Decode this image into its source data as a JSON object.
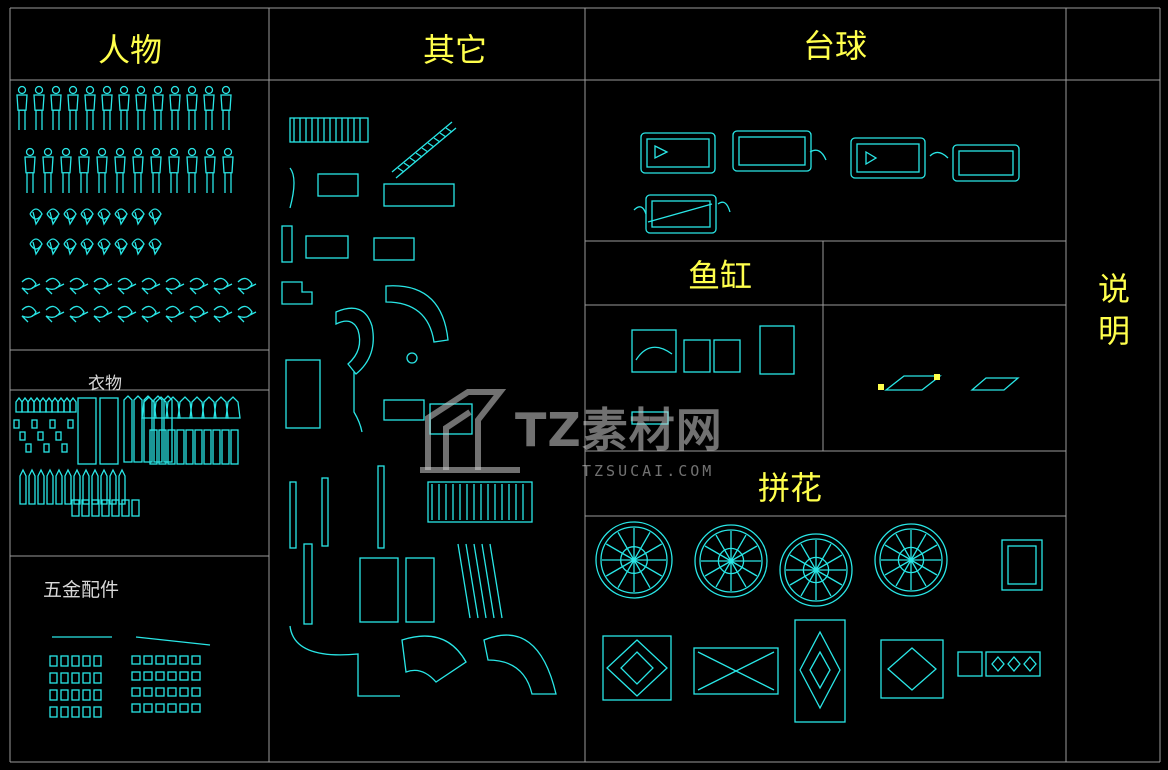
{
  "colors": {
    "background": "#000000",
    "grid_line": "#9a9a9a",
    "heading": "#ffff4c",
    "subheading": "#d8d8d8",
    "cad_blocks": "#29e6e6",
    "watermark": "#cdcdcd"
  },
  "sections": {
    "people": "人物",
    "other": "其它",
    "billiards": "台球",
    "notes": "说明",
    "fish_tank": "鱼缸",
    "inlay": "拼花",
    "clothing": "衣物",
    "hardware": "五金配件"
  },
  "watermark": {
    "brand": "TZ素材网",
    "url": "TZSUCAI.COM",
    "logo_icon": "crane-logo-icon"
  },
  "block_groups": [
    {
      "name": "human-figures-icon",
      "section": "people"
    },
    {
      "name": "clothing-icon",
      "section": "clothing"
    },
    {
      "name": "hardware-fittings-icon",
      "section": "hardware"
    },
    {
      "name": "railing-stair-icon",
      "section": "other"
    },
    {
      "name": "pool-table-icon",
      "section": "billiards"
    },
    {
      "name": "aquarium-icon",
      "section": "fish_tank"
    },
    {
      "name": "floor-medallion-icon",
      "section": "inlay"
    }
  ]
}
